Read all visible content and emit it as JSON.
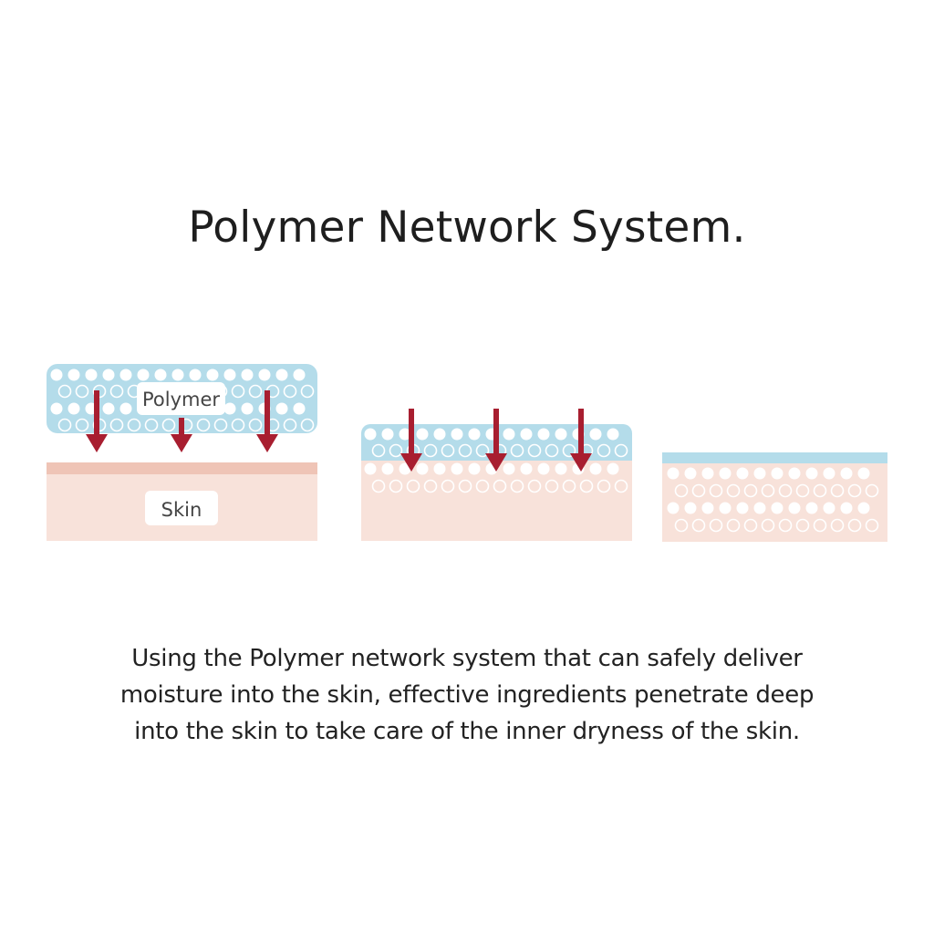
{
  "title": "Polymer Network System.",
  "labels": {
    "polymer": "Polymer",
    "skin": "Skin"
  },
  "caption": [
    "Using the Polymer network system that can safely deliver",
    "moisture into the skin, effective ingredients penetrate deep",
    "into the skin to take care of the inner dryness of the skin."
  ],
  "colors": {
    "polymer_blue": "#b4dcea",
    "skin_pink": "#f8e2da",
    "skin_border": "#efc4b6",
    "arrow_red": "#a81e30",
    "dot_white": "#ffffff"
  },
  "stages": [
    {
      "name": "stage-1-polymer-above-skin"
    },
    {
      "name": "stage-2-polymer-penetrating"
    },
    {
      "name": "stage-3-absorbed"
    }
  ]
}
